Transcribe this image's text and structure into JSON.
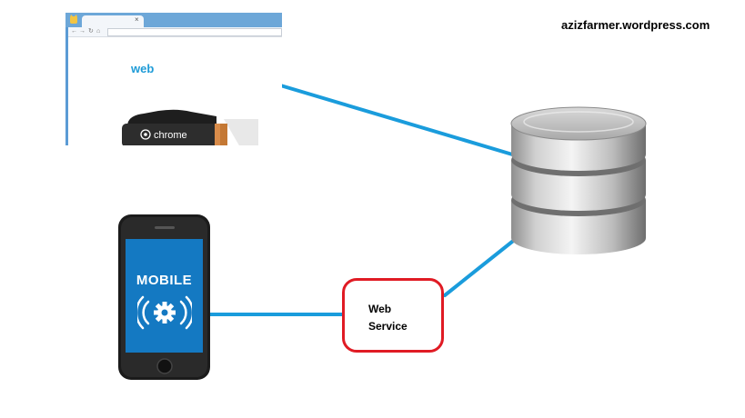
{
  "site_label": "azizfarmer.wordpress.com",
  "browser": {
    "page_text": "web",
    "nav_icons": [
      "back-arrow-icon",
      "forward-arrow-icon",
      "reload-icon",
      "home-icon"
    ]
  },
  "dongle": {
    "brand_label": "chrome"
  },
  "phone": {
    "screen_label": "MOBILE",
    "screen_icon": "gear-with-waves-icon"
  },
  "web_service": {
    "line1": "Web",
    "line2": "Service"
  },
  "colors": {
    "connector": "#1a9cdc",
    "web_service_border": "#e01b24",
    "web_text": "#1e9bd7",
    "phone_screen": "#1479c2"
  }
}
